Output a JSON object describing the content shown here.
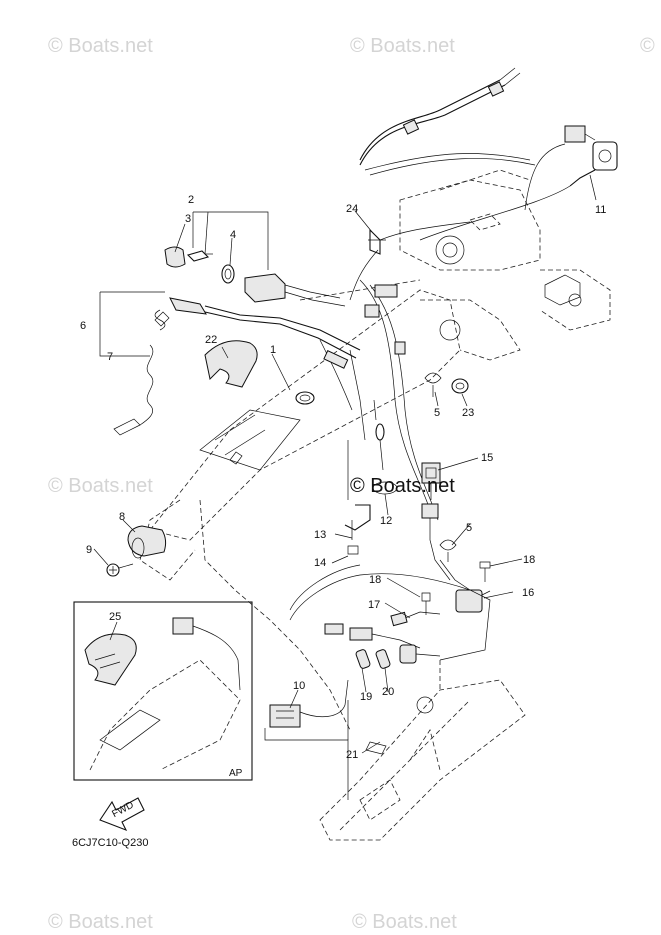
{
  "watermark": {
    "text": "© Boats.net",
    "center_text": "© Boats.net"
  },
  "inset": {
    "label": "AP"
  },
  "direction": {
    "label": "FWD"
  },
  "figure_code": "6CJ7C10-Q230",
  "callouts": [
    "1",
    "2",
    "3",
    "4",
    "5",
    "5",
    "6",
    "7",
    "8",
    "9",
    "10",
    "11",
    "12",
    "13",
    "14",
    "15",
    "16",
    "17",
    "18",
    "18",
    "19",
    "20",
    "21",
    "22",
    "23",
    "24",
    "25"
  ]
}
